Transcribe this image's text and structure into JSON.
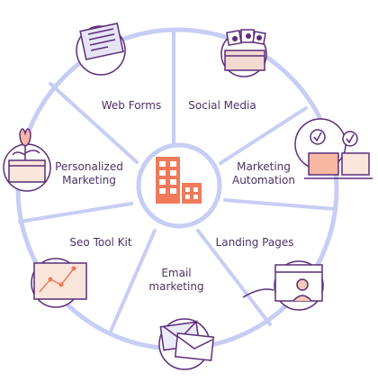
{
  "diagram": {
    "segments": [
      {
        "id": "web-forms",
        "lines": [
          "Web Forms"
        ]
      },
      {
        "id": "social-media",
        "lines": [
          "Social Media"
        ]
      },
      {
        "id": "marketing-automation",
        "lines": [
          "Marketing",
          "Automation"
        ]
      },
      {
        "id": "landing-pages",
        "lines": [
          "Landing Pages"
        ]
      },
      {
        "id": "email-marketing",
        "lines": [
          "Email",
          "marketing"
        ]
      },
      {
        "id": "seo-tool-kit",
        "lines": [
          "Seo Tool Kit"
        ]
      },
      {
        "id": "personalized-marketing",
        "lines": [
          "Personalized",
          "Marketing"
        ]
      }
    ],
    "center_icon": "building-icon",
    "icons": [
      "document-form-icon",
      "social-box-icon",
      "checkmark-cards-icon",
      "profile-browser-icon",
      "envelopes-icon",
      "growth-chart-icon",
      "plant-box-icon"
    ],
    "colors": {
      "ring": "#c7cdf4",
      "text": "#4b3266",
      "icon_stroke": "#5b2d7a",
      "accent": "#f07a5a"
    }
  }
}
